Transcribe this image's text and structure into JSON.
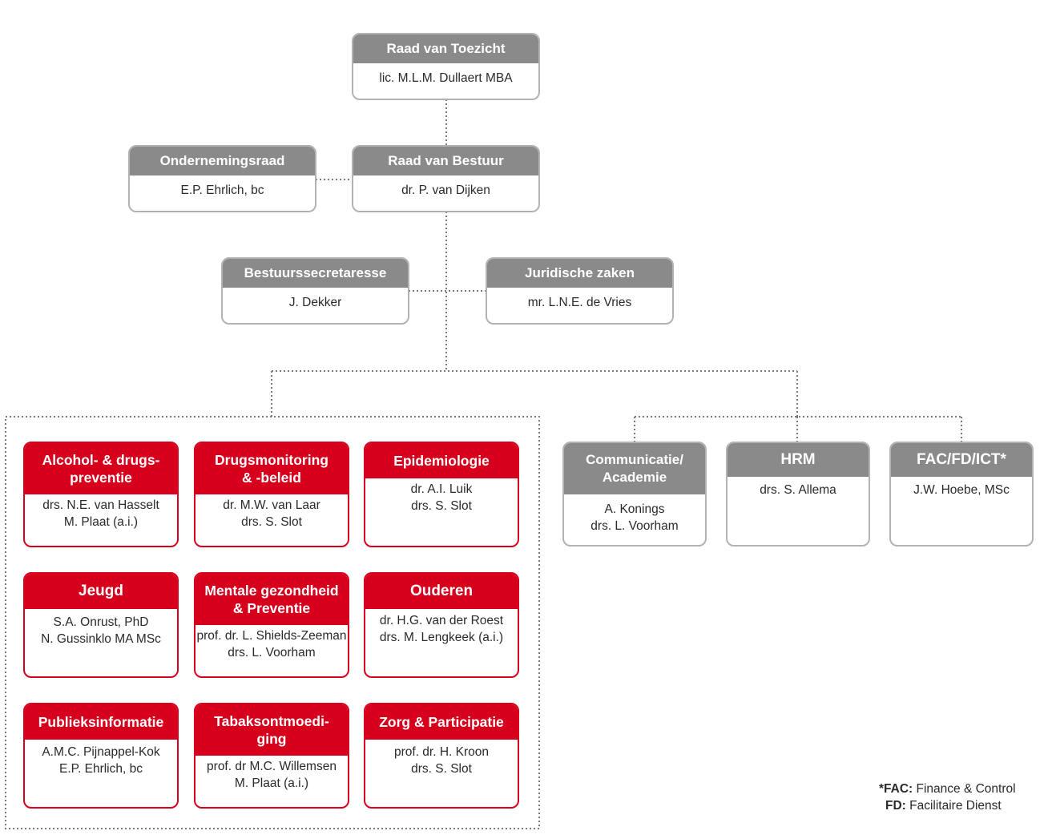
{
  "top": {
    "raad_van_toezicht": {
      "title": "Raad van Toezicht",
      "names": [
        "lic. M.L.M. Dullaert MBA"
      ]
    },
    "ondernemingsraad": {
      "title": "Ondernemingsraad",
      "names": [
        "E.P. Ehrlich, bc"
      ]
    },
    "raad_van_bestuur": {
      "title": "Raad van Bestuur",
      "names": [
        "dr. P. van Dijken"
      ]
    },
    "bestuurssecretaresse": {
      "title": "Bestuurssecretaresse",
      "names": [
        "J. Dekker"
      ]
    },
    "juridische_zaken": {
      "title": "Juridische zaken",
      "names": [
        "mr. L.N.E. de Vries"
      ]
    }
  },
  "programs": [
    {
      "title": [
        "Alcohol- & drugs-",
        "preventie"
      ],
      "names": [
        "drs. N.E. van Hasselt",
        "M. Plaat (a.i.)"
      ]
    },
    {
      "title": [
        "Drugsmonitoring",
        "& -beleid"
      ],
      "names": [
        "dr. M.W. van Laar",
        "drs. S. Slot"
      ]
    },
    {
      "title": [
        "Epidemiologie"
      ],
      "names": [
        "dr. A.I. Luik",
        "drs. S. Slot"
      ]
    },
    {
      "title": [
        "Jeugd"
      ],
      "names": [
        "S.A. Onrust, PhD",
        "N. Gussinklo MA MSc"
      ]
    },
    {
      "title": [
        "Mentale gezondheid",
        "& Preventie"
      ],
      "names": [
        "prof. dr. L. Shields-Zeeman",
        "drs. L. Voorham"
      ]
    },
    {
      "title": [
        "Ouderen"
      ],
      "names": [
        "dr. H.G. van der Roest",
        "drs. M. Lengkeek (a.i.)"
      ]
    },
    {
      "title": [
        "Publieksinformatie"
      ],
      "names": [
        "A.M.C. Pijnappel-Kok",
        "E.P. Ehrlich, bc"
      ]
    },
    {
      "title": [
        "Tabaksontmoedi-",
        "ging"
      ],
      "names": [
        "prof. dr M.C. Willemsen",
        "M. Plaat (a.i.)"
      ]
    },
    {
      "title": [
        "Zorg & Participatie"
      ],
      "names": [
        "prof. dr. H. Kroon",
        "drs. S. Slot"
      ]
    }
  ],
  "support": [
    {
      "title": [
        "Communicatie/",
        "Academie"
      ],
      "names": [
        "A. Konings",
        "drs. L. Voorham"
      ]
    },
    {
      "title": [
        "HRM"
      ],
      "names": [
        "drs. S. Allema"
      ]
    },
    {
      "title": [
        "FAC/FD/ICT*"
      ],
      "names": [
        "J.W. Hoebe, MSc"
      ]
    }
  ],
  "footnote": {
    "line1_key": "*FAC:",
    "line1_value": "Finance & Control",
    "line2_key": "FD:",
    "line2_value": "Facilitaire Dienst"
  },
  "colors": {
    "program_red": "#d6001c",
    "header_grey": "#8a8a8a",
    "border_grey": "#b3b3b3"
  }
}
